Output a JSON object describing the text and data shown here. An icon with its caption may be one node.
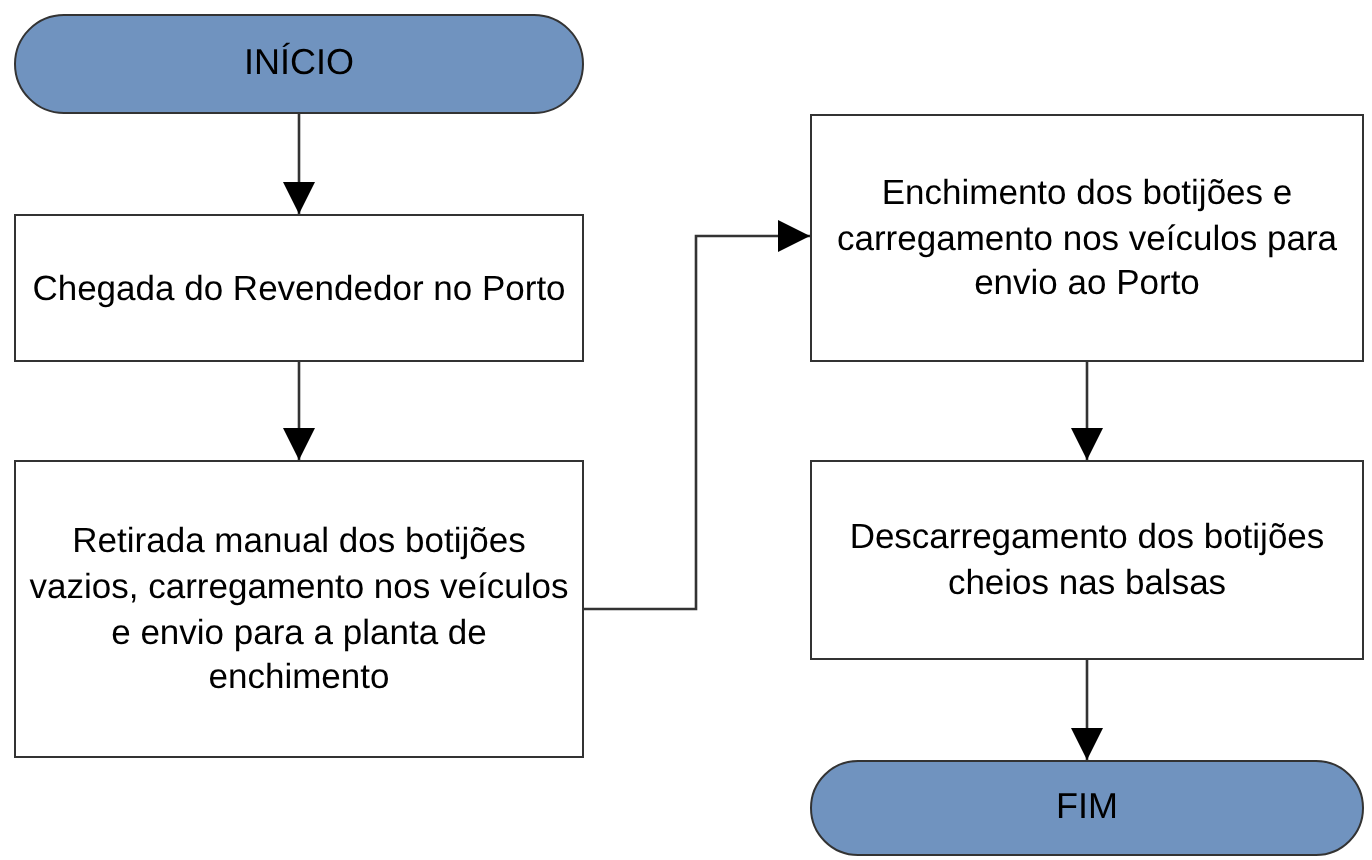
{
  "diagram": {
    "nodes": [
      {
        "text": [
          "INÍCIO"
        ]
      },
      {
        "text": [
          "Chegada do Revendedor no Porto"
        ]
      },
      {
        "text": [
          "Retirada manual dos botijões vazios, carregamento nos veículos e envio para a planta de enchimento"
        ]
      },
      {
        "text": [
          "Enchimento dos botijões e carregamento nos veículos para envio ao Porto"
        ]
      },
      {
        "text": [
          "Descarregamento dos botijões cheios nas balsas"
        ]
      },
      {
        "text": [
          "FIM"
        ]
      }
    ],
    "edges": [
      {
        "from": 0,
        "to": 1,
        "arrow": "to"
      },
      {
        "from": 1,
        "to": 2,
        "arrow": "to"
      },
      {
        "from": 2,
        "to": 3,
        "arrow": "to"
      },
      {
        "from": 3,
        "to": 4,
        "arrow": "to"
      },
      {
        "from": 4,
        "to": 5,
        "arrow": "to"
      }
    ]
  }
}
